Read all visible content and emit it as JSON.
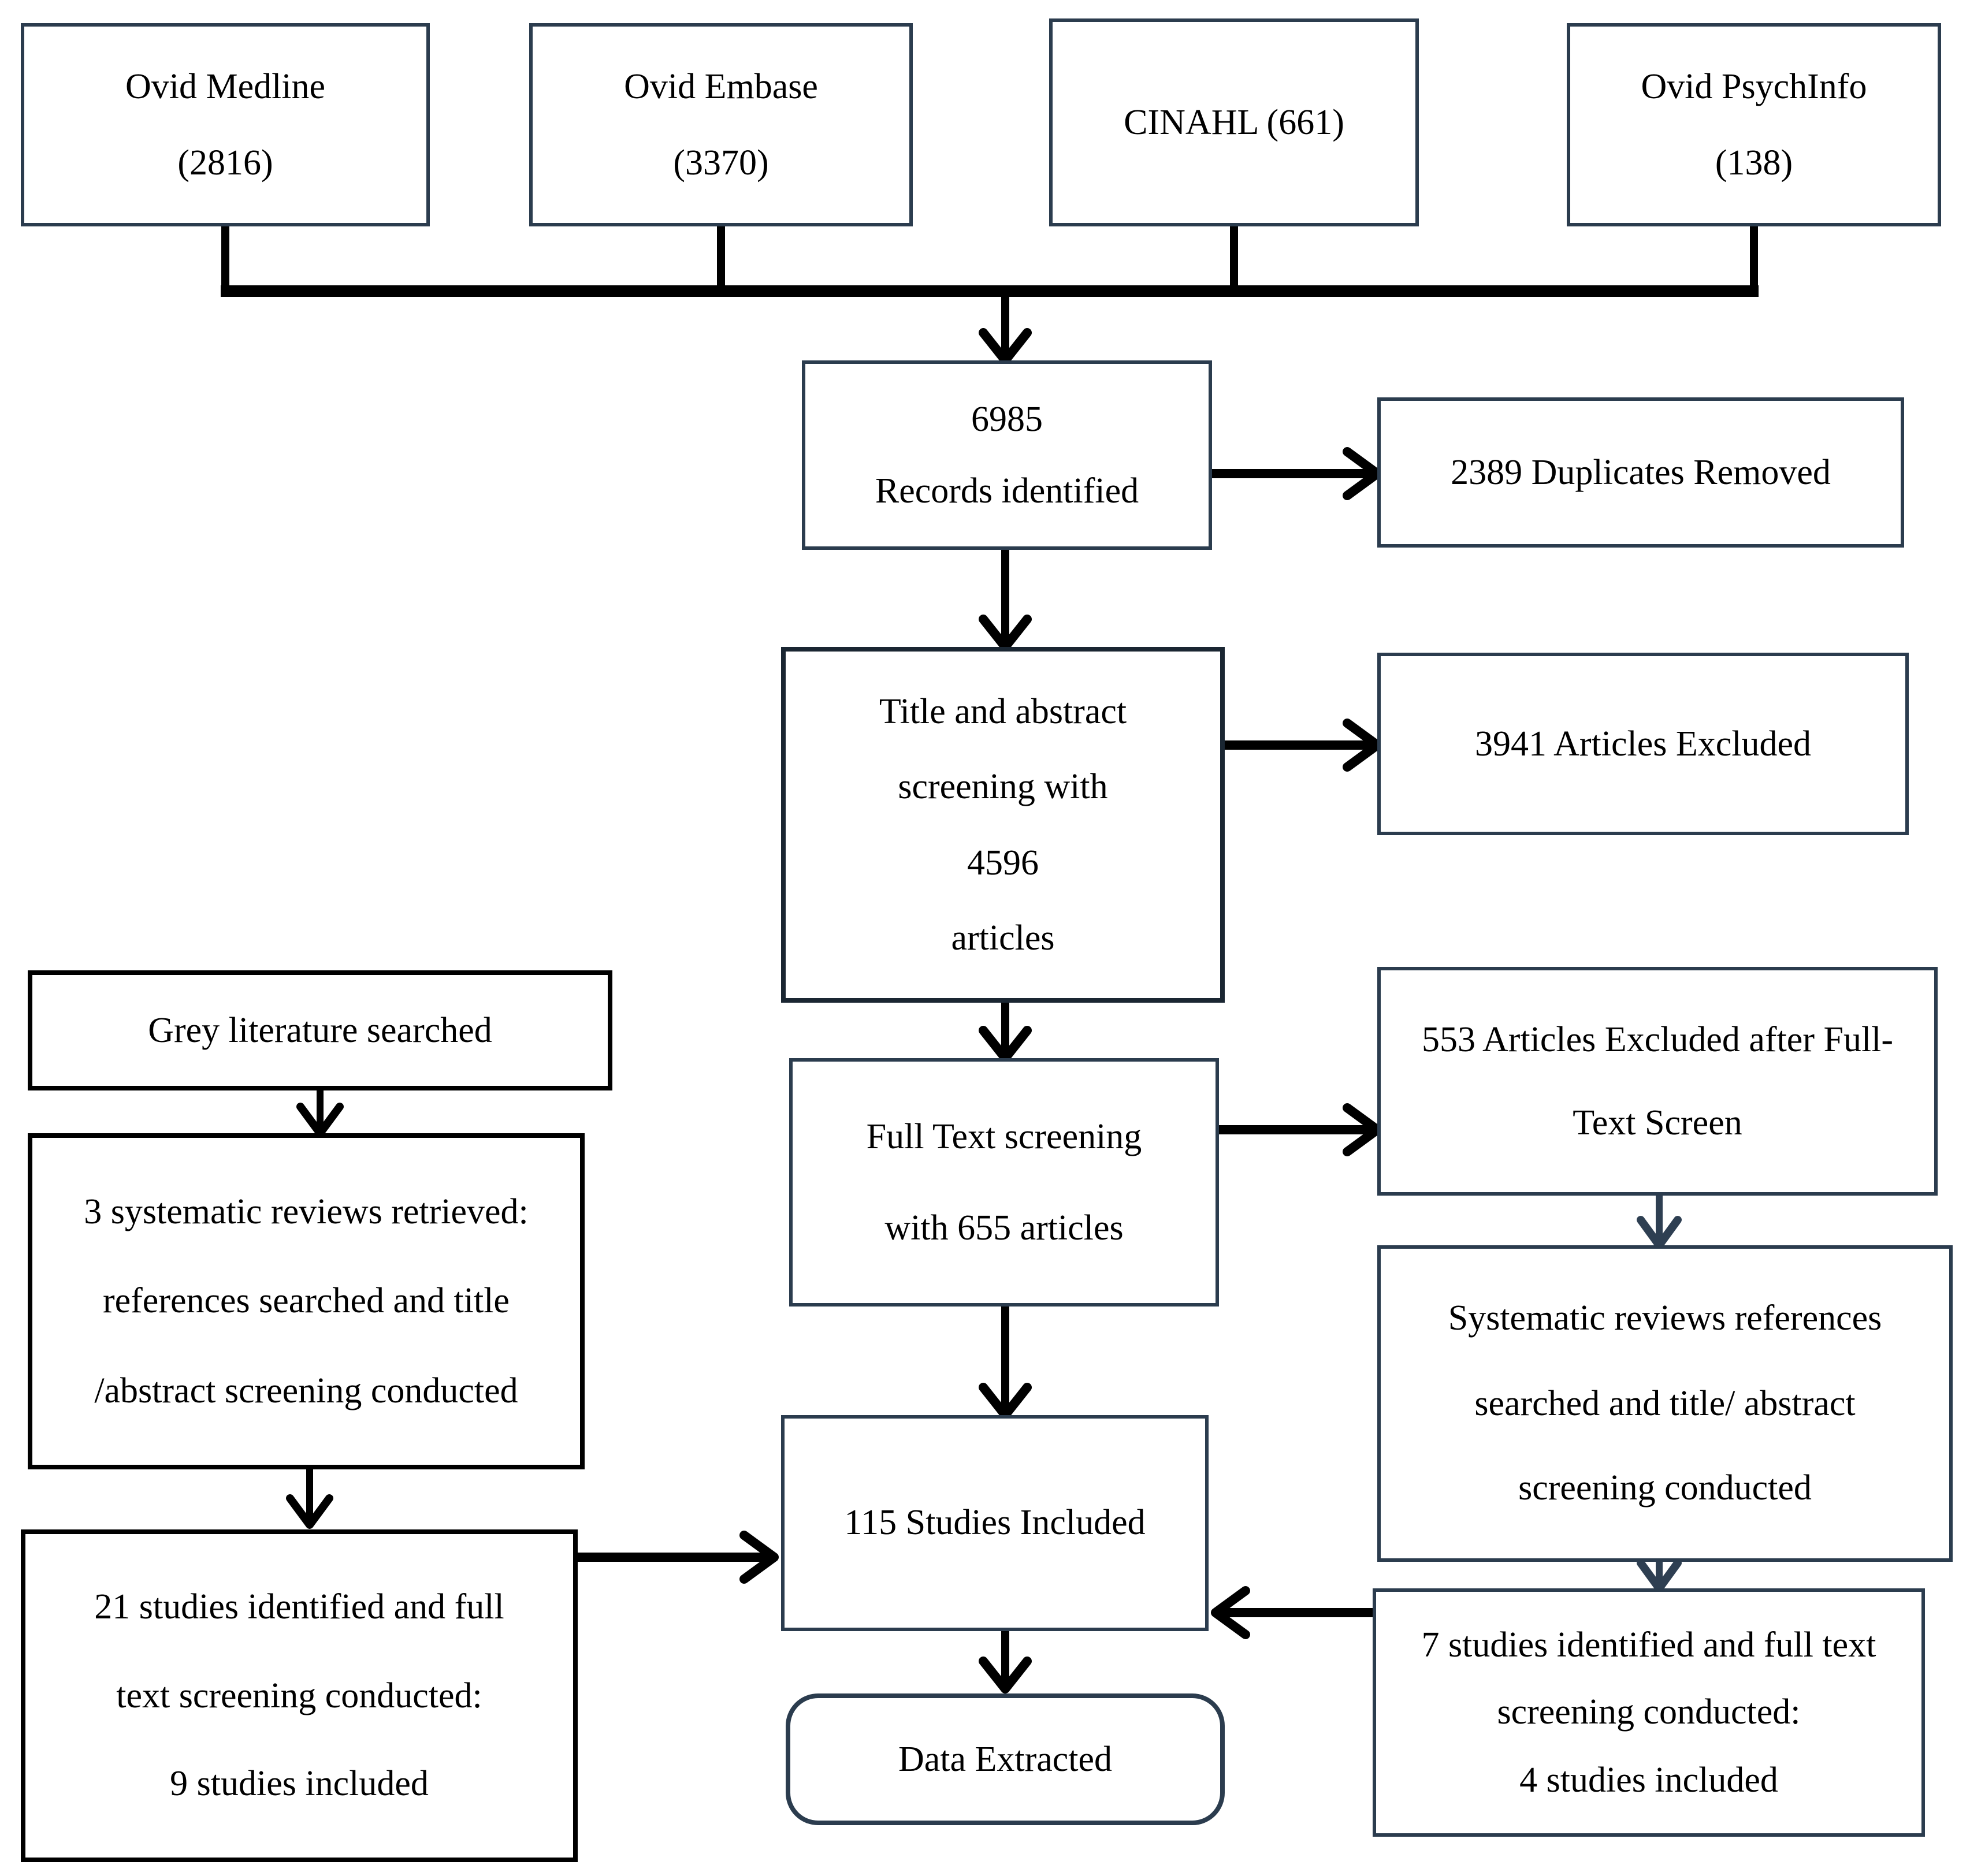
{
  "diagram": {
    "type": "prisma-flow",
    "colors": {
      "background": "#ffffff",
      "text": "#000000",
      "box_border_navy": "#2b3c4e",
      "box_border_dark": "#1a2632",
      "box_border_black": "#000000",
      "arrow_black": "#000000",
      "arrow_navy": "#2e3f52"
    },
    "sources": [
      {
        "id": "ovid-medline",
        "lines": [
          "Ovid Medline",
          "(2816)"
        ]
      },
      {
        "id": "ovid-embase",
        "lines": [
          "Ovid Embase",
          "(3370)"
        ]
      },
      {
        "id": "cinahl",
        "lines": [
          "CINAHL (661)"
        ]
      },
      {
        "id": "ovid-psychinfo",
        "lines": [
          "Ovid PsychInfo",
          "(138)"
        ]
      }
    ],
    "records_identified": {
      "lines": [
        "6985",
        "Records identified"
      ]
    },
    "duplicates_removed": {
      "lines": [
        "2389 Duplicates Removed"
      ]
    },
    "title_abstract_screening": {
      "lines": [
        "Title and abstract",
        "screening with",
        "4596",
        "articles"
      ]
    },
    "articles_excluded": {
      "lines": [
        "3941 Articles Excluded"
      ]
    },
    "full_text_screening": {
      "lines": [
        "Full Text screening",
        "with 655 articles"
      ]
    },
    "excluded_after_full_text": {
      "lines": [
        "553 Articles Excluded after Full-",
        "Text Screen"
      ]
    },
    "systematic_reviews_refs": {
      "lines": [
        "Systematic reviews references",
        "searched and title/ abstract",
        "screening conducted"
      ]
    },
    "seven_studies": {
      "lines": [
        "7 studies identified and full text",
        "screening conducted:",
        "4 studies included"
      ]
    },
    "grey_literature": {
      "lines": [
        "Grey literature searched"
      ]
    },
    "three_sys_reviews": {
      "lines": [
        "3 systematic reviews retrieved:",
        "references searched and title",
        "/abstract screening conducted"
      ]
    },
    "twentyone_studies": {
      "lines": [
        "21 studies identified and full",
        "text screening conducted:",
        "9 studies included"
      ]
    },
    "studies_included": {
      "lines": [
        "115 Studies Included"
      ]
    },
    "data_extracted": {
      "lines": [
        "Data Extracted"
      ]
    }
  }
}
